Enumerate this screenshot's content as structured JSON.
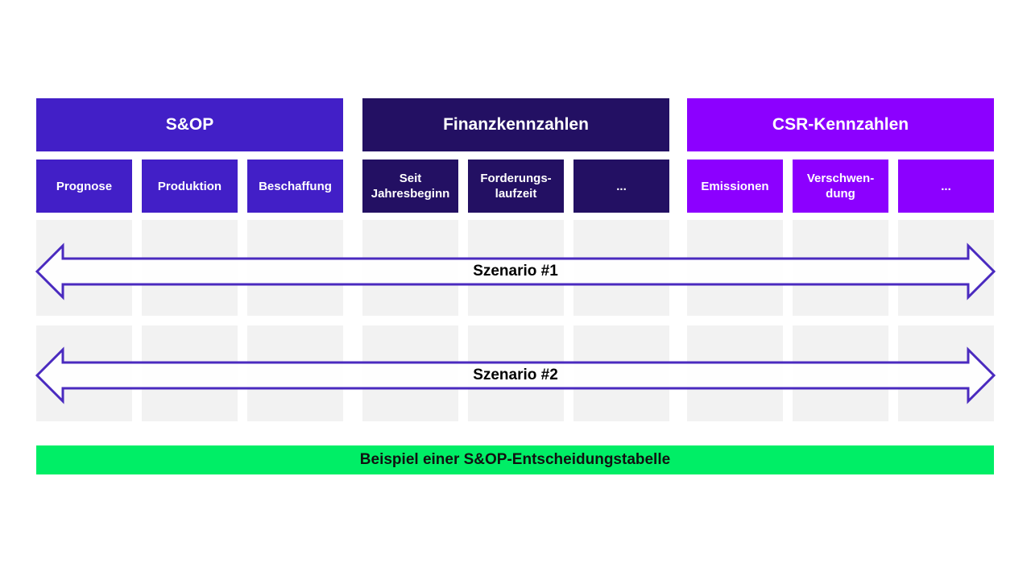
{
  "groups": [
    {
      "title": "S&OP",
      "color": "#421fc7",
      "columns": [
        "Prognose",
        "Produktion",
        "Beschaffung"
      ]
    },
    {
      "title": "Finanzkennzahlen",
      "color": "#231063",
      "columns": [
        "Seit Jahresbeginn",
        "Forderungs-laufzeit",
        "..."
      ]
    },
    {
      "title": "CSR-Kennzahlen",
      "color": "#8c00ff",
      "columns": [
        "Emissionen",
        "Verschwen-dung",
        "..."
      ]
    }
  ],
  "scenarios": [
    {
      "label": "Szenario #1"
    },
    {
      "label": "Szenario #2"
    }
  ],
  "arrow_color": "#4a2abf",
  "footer": {
    "label": "Beispiel einer S&OP-Entscheidungstabelle",
    "color": "#00ee66"
  }
}
